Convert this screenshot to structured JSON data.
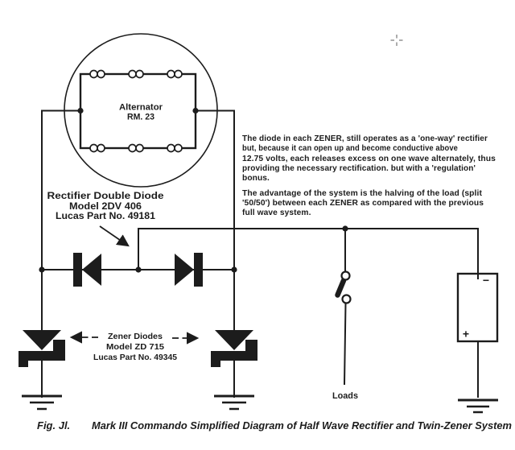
{
  "colors": {
    "ink": "#1c1c1c",
    "paper": "#ffffff"
  },
  "alternator": {
    "label": [
      "Alternator",
      "RM. 23"
    ]
  },
  "rectifier": {
    "label": [
      "Rectifier Double Diode",
      "Model 2DV 406",
      "Lucas Part No. 49181"
    ]
  },
  "zener": {
    "label": [
      "Zener Diodes",
      "Model ZD 715",
      "Lucas Part No. 49345"
    ]
  },
  "battery": {
    "negative": "−",
    "positive": "+"
  },
  "switch": {
    "label": "Loads"
  },
  "note": {
    "para1": [
      "The diode in each ZENER, still operates as a 'one-way' rectifier",
      "but, because it can open up and become conductive above",
      "12.75 volts, each releases excess on one wave alternately, thus",
      "providing the necessary rectification. but with a  'regulation'",
      "bonus."
    ],
    "para2": [
      "The advantage of the system is the halving of the load (split",
      "'50/50') between each ZENER as compared with the previous",
      "full wave system."
    ]
  },
  "caption": {
    "fig": "Fig. Jl.",
    "title": "Mark III Commando  Simplified Diagram of Half Wave Rectifier and Twin-Zener System"
  }
}
